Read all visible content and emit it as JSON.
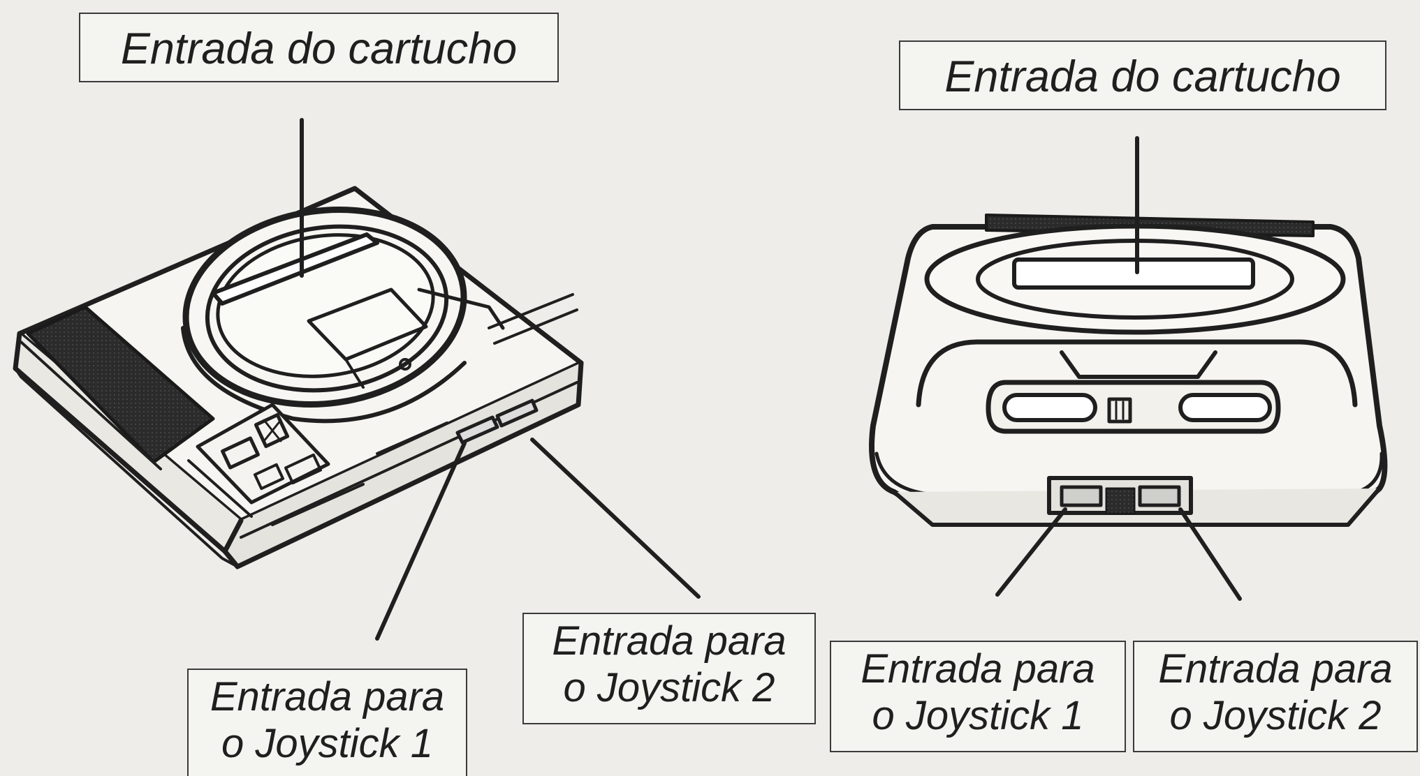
{
  "labels": {
    "left_cartridge": "Entrada do cartucho",
    "left_joystick1": {
      "line1": "Entrada para",
      "line2": "o Joystick 1"
    },
    "left_joystick2": {
      "line1": "Entrada para",
      "line2": "o Joystick 2"
    },
    "right_cartridge": "Entrada do cartucho",
    "right_joystick1": {
      "line1": "Entrada para",
      "line2": "o Joystick 1"
    },
    "right_joystick2": {
      "line1": "Entrada para",
      "line2": "o Joystick 2"
    }
  },
  "colors": {
    "ink": "#1f1f1f",
    "paper": "#eeede9"
  }
}
